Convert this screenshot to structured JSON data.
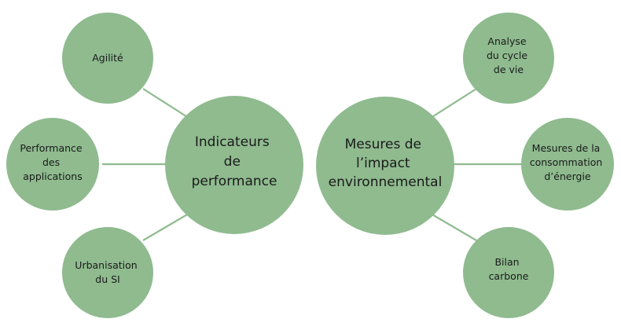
{
  "hubs": {
    "left": {
      "lines": [
        "Indicateurs",
        "de",
        "performance"
      ]
    },
    "right": {
      "lines": [
        "Mesures de",
        "l’impact",
        "environnemental"
      ]
    }
  },
  "left_nodes": [
    {
      "lines": [
        "Agilité"
      ]
    },
    {
      "lines": [
        "Performance",
        "des",
        "applications"
      ]
    },
    {
      "lines": [
        "Urbanisation",
        "du SI"
      ]
    }
  ],
  "right_nodes": [
    {
      "lines": [
        "Analyse",
        "du cycle",
        "de vie"
      ]
    },
    {
      "lines": [
        "Mesures de la",
        "consommation",
        "d’énergie"
      ]
    },
    {
      "lines": [
        "Bilan",
        "carbone"
      ]
    }
  ],
  "colors": {
    "bubble": "#8fbb8f",
    "line": "#8fbb8f",
    "text": "#1a1a1a"
  }
}
